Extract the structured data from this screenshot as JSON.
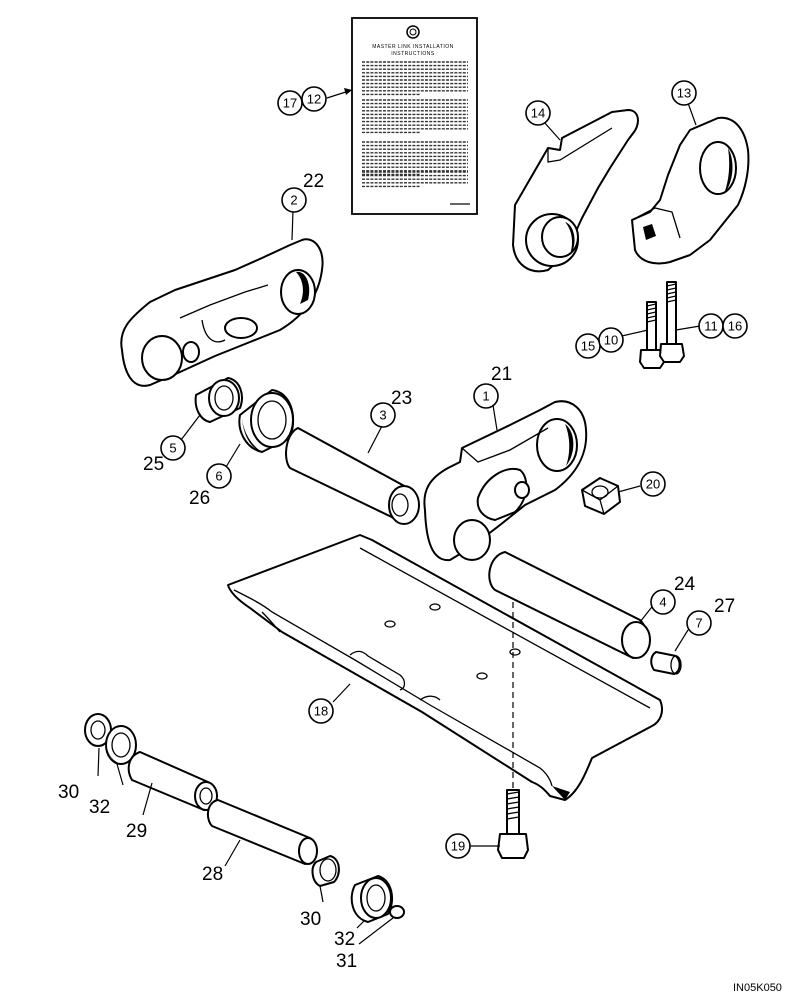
{
  "figure_code": "IN05K050",
  "instruction_sheet": {
    "title_line1": "MASTER LINK INSTALLATION",
    "title_line2": "INSTRUCTIONS"
  },
  "callouts": {
    "c1": "1",
    "c2": "2",
    "c3": "3",
    "c4": "4",
    "c5": "5",
    "c6": "6",
    "c7": "7",
    "c10": "10",
    "c11": "11",
    "c12": "12",
    "c13": "13",
    "c14": "14",
    "c15": "15",
    "c16": "16",
    "c17": "17",
    "c18": "18",
    "c19": "19",
    "c20": "20"
  },
  "labels": {
    "l21": "21",
    "l22": "22",
    "l23": "23",
    "l24": "24",
    "l25": "25",
    "l26": "26",
    "l27": "27",
    "l28": "28",
    "l29": "29",
    "l30a": "30",
    "l30b": "30",
    "l31": "31",
    "l32a": "32",
    "l32b": "32"
  },
  "colors": {
    "line": "#000000",
    "background": "#ffffff"
  }
}
